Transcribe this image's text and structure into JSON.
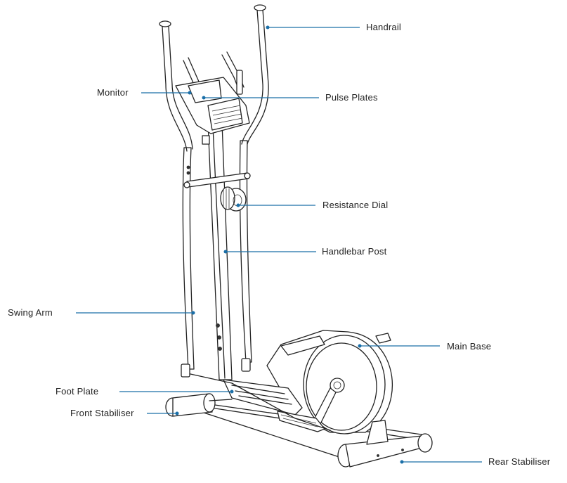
{
  "labels": {
    "handrail": "Handrail",
    "monitor": "Monitor",
    "pulse_plates": "Pulse Plates",
    "resistance_dial": "Resistance Dial",
    "handlebar_post": "Handlebar Post",
    "swing_arm": "Swing Arm",
    "main_base": "Main Base",
    "foot_plate": "Foot Plate",
    "front_stabiliser": "Front Stabiliser",
    "rear_stabiliser": "Rear Stabiliser"
  },
  "colors": {
    "leader_line": "#1a6fa8",
    "drawing_ink": "#222222",
    "background": "#ffffff"
  }
}
